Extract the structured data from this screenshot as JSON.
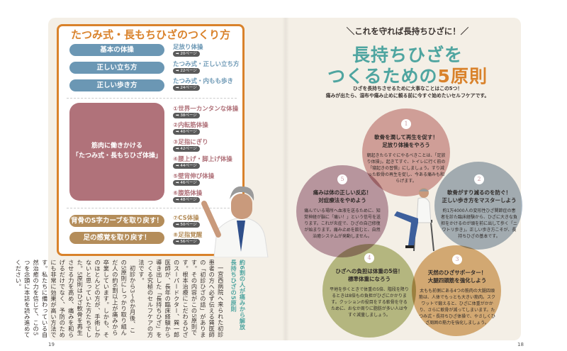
{
  "page_numbers": {
    "left": "19",
    "right": "18"
  },
  "left": {
    "box_title": "たつみ式・長もちひざのつくり方",
    "basic": [
      {
        "pill": "基本の体操",
        "item": "足放り体操",
        "page": "➡ 20ページ"
      },
      {
        "pill": "正しい立ち方",
        "item": "たつみ式・正しい立ち方",
        "page": "➡ 22ページ"
      },
      {
        "pill": "正しい歩き方",
        "item": "たつみ式・内もも歩き",
        "page": "➡ 24ページ"
      }
    ],
    "muscle_block": {
      "line1": "筋肉に働きかける",
      "line2": "「たつみ式・長もちひざ体操」"
    },
    "muscle_items": [
      {
        "item": "①世界一カンタンな体操",
        "page": "➡ 38ページ"
      },
      {
        "item": "②内転筋体操",
        "page": "➡ 40ページ"
      },
      {
        "item": "③足指にぎり",
        "page": "➡ 42ページ"
      },
      {
        "item": "④腰上げ・脚上げ体操",
        "page": "➡ 44ページ"
      },
      {
        "item": "⑤壁背伸び体操",
        "page": "➡ 46ページ"
      },
      {
        "item": "⑥腹筋体操",
        "page": "➡ 48ページ"
      }
    ],
    "extra": [
      {
        "pill": "背骨のS字カーブを取り戻す！",
        "item": "⑦CS体操",
        "page": "➡ 50ページ"
      },
      {
        "pill": "足の感覚を取り戻す！",
        "item": "⑧足指覚醒",
        "page": "➡ 56ページ"
      }
    ],
    "article": {
      "heading1": "約6割の人が痛みから解放",
      "heading2": "長持ちひざの5原則",
      "body": "一宮西病院へ来られた初診患者の方へ必ず伝える巽医師の「初診ひざの話」があります。その内容がこの5原則です。根本治療にこだわるひざのスーパードクター、巽一郎医師が、長年の臨床経験から導き出した「長持ちひざ」をつくる究極のセルフケアの方法です。",
      "body2": "初診から3〜6か月後、この5原則にしっかり取り組んだ人の約6割以上が痛みから卒業しています。しかも、そのほとんどの方が、手術しかないと思っていた方たちでした。5原則はひざ軟骨を再生させる力を高め、痛みを和らげるだけでなく、予防のためにも非常に効果が高い方法です。私たちに備わっている自然治癒の力を信じて、この5つを念頭に本誌を読み進めてください。"
    }
  },
  "right": {
    "tagline": "＼これを守れば長持ちひざに！／",
    "title_line1": "長持ちひざを",
    "title_line2_a": "つくるための",
    "title_line2_b": "5原則",
    "sub1": "ひざを長持ちさせるために大事なことはこの5つ！",
    "sub2": "痛みが出たら、湿布や痛み止めに頼る前に今すぐ始めたいセルフケアです。",
    "principles": [
      {
        "num": "1",
        "title1": "軟骨を潤して再生を促す！",
        "title2": "足放り体操をやろう",
        "text": "朝起きたらすぐにやるべきことは、「足放り体操」。起きてすぐ、トイレに行く前の「寝起きの習慣」にしましょう。すり減った軟骨の再生を促し、今ある痛みも和らげます。",
        "color": "#d9a9a8"
      },
      {
        "num": "2",
        "title1": "軟骨がすり減るのを防ぐ！",
        "title2": "正しい歩き方をマスターしよう",
        "text": "約1万4000人の変形性ひざ関節症の患者を診た臨床経験から、ひざに大きな負担をかけるのが頭を前に出して歩く「ニワトリ歩き」。正しい歩き方こそが、長持ちひざの基本です。",
        "color": "#a9b7c3"
      },
      {
        "num": "3",
        "title1": "天然のひざサポーター！",
        "title2": "大腿四頭筋を強化しよう",
        "text": "太もも前側にある4つの筋肉の大腿四頭筋は、人体でもっとも大きい筋肉。スクワットで鍛えると、ひざに体重がかかり、さらに軟骨が減ってしまいます。たつみ式・長持ちひざ体操で、やさしくひざ周囲の筋力を強化しましょう。",
        "color": "#dcb37e"
      },
      {
        "num": "4",
        "title1": "ひざへの負担は体重の5倍！",
        "title2": "標準体重になろう",
        "text": "平地を歩くときで体重の5倍、階段を降りるときは8倍もの負担がひざにかかります。クッションの役目をする軟骨を守るために、おなか周りに脂肪が多い人は今すぐ減量しましょう。",
        "color": "#bcc28d"
      },
      {
        "num": "5",
        "title1": "痛みは体の正しい反応！",
        "title2": "対症療法をやめよう",
        "text": "痛んでいる場所へ血液を送るために、知覚神経が脳に「痛い！」という信号を送ります。これが炎症で、ひざの自己修復が始まります。痛み止めを飲むと、自然治癒システムが発動しません。",
        "color": "#bf9fae"
      }
    ]
  },
  "colors": {
    "orange": "#d9822b",
    "teal": "#4fa5a0",
    "blue": "#6b97b4",
    "mauve": "#b0727a",
    "gold": "#b48d5a"
  }
}
